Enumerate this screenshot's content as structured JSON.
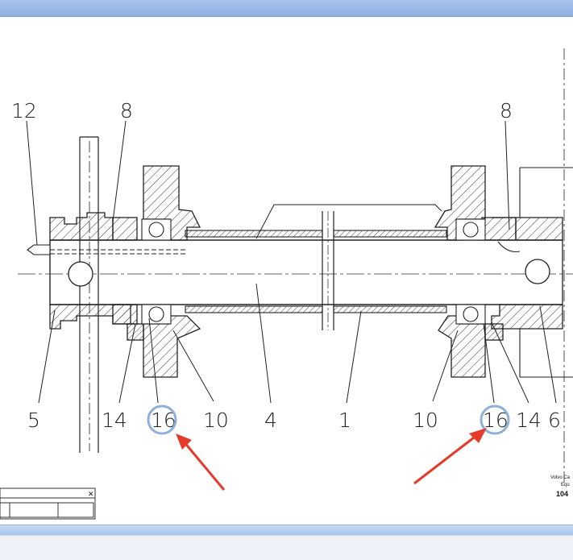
{
  "callouts": {
    "c12": "12",
    "c8_left": "8",
    "c8_right": "8",
    "c5": "5",
    "c14_left": "14",
    "c16_left": "16",
    "c10_left": "10",
    "c4": "4",
    "c1": "1",
    "c10_right": "10",
    "c16_right": "16",
    "c14_right": "14",
    "c6": "6"
  },
  "title_block": {
    "line1": "Volvo Ca",
    "line2": "Equ",
    "line3": "104"
  },
  "mini_panel": {
    "close_glyph": "✕"
  },
  "highlights": {
    "circle_color": "#8fb1d9",
    "arrow_color": "#e53b2c"
  }
}
